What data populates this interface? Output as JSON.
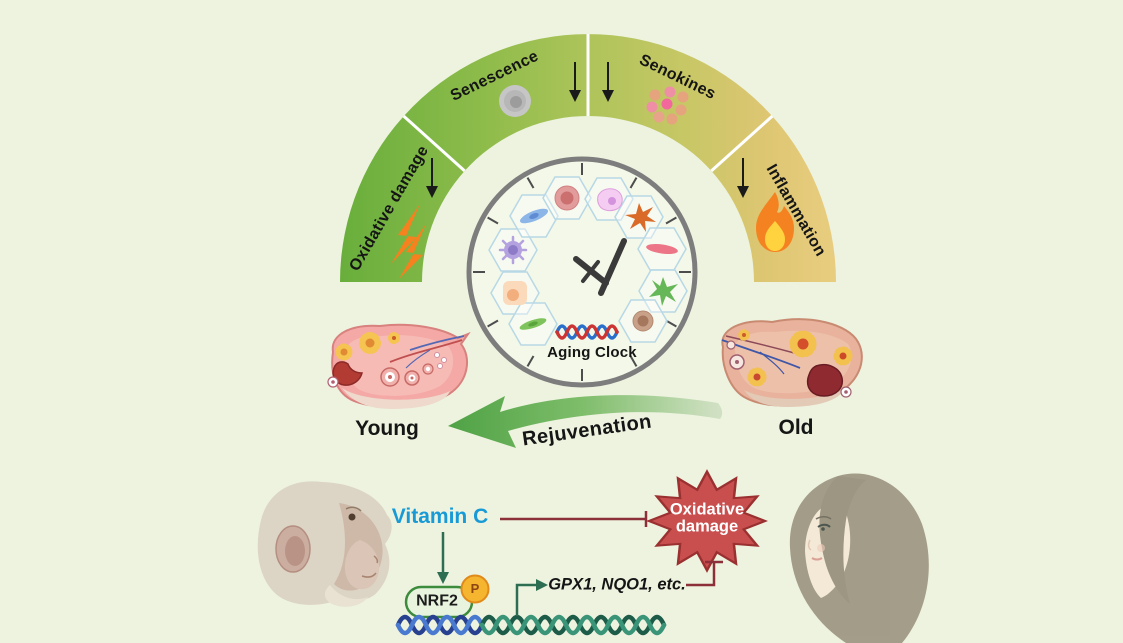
{
  "arc": {
    "segments": [
      {
        "label": "Oxidative damage",
        "icon": "lightning-bolt",
        "trend": "down"
      },
      {
        "label": "Senescence",
        "icon": "senescent-cell",
        "trend": "down"
      },
      {
        "label": "Senokines",
        "icon": "senokine-dots",
        "trend": "down"
      },
      {
        "label": "Inflammation",
        "icon": "flame",
        "trend": "down"
      }
    ]
  },
  "clock": {
    "label": "Aging Clock"
  },
  "timeline": {
    "young_label": "Young",
    "old_label": "Old",
    "rejuvenation_label": "Rejuvenation"
  },
  "pathway": {
    "vitamin_c_label": "Vitamin C",
    "oxidative_damage_line1": "Oxidative",
    "oxidative_damage_line2": "damage",
    "nrf2_label": "NRF2",
    "phospho_label": "P",
    "target_genes_label": "GPX1, NQO1, etc."
  },
  "colors": {
    "background": "#edf3df",
    "arc_green": "#68ae3c",
    "arc_yellow": "#e9cd80",
    "vitamin_c_blue": "#189ad6",
    "star_red": "#c94f4f",
    "inhibition_dark_red": "#8c2f39",
    "activation_green": "#2d6e52",
    "nrf2_green": "#3d8b3d",
    "phospho_orange": "#f5b52e"
  }
}
